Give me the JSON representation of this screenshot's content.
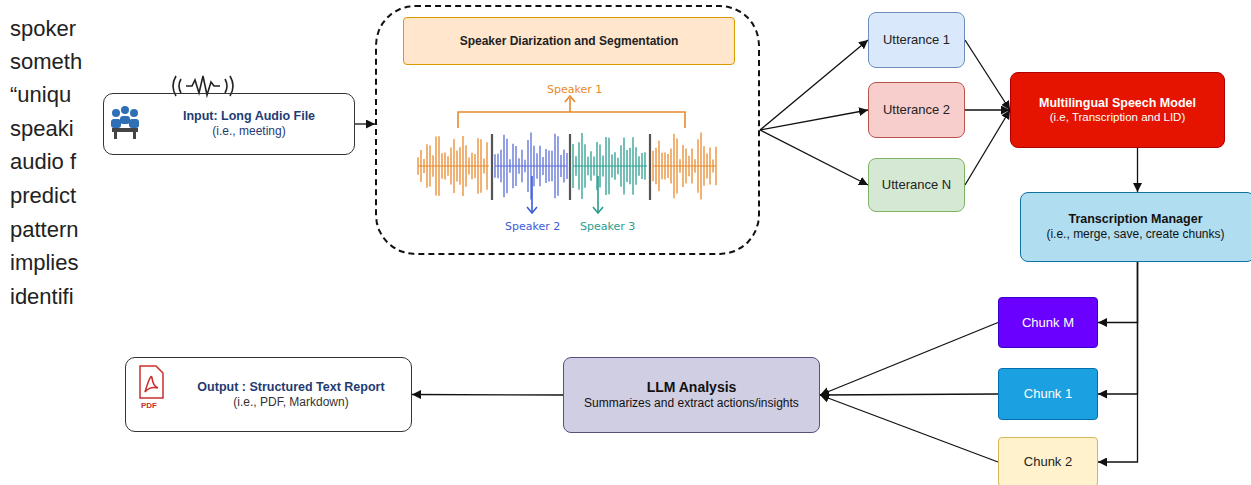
{
  "diagram": {
    "nodes": [
      {
        "text": [
          "Input: Long Audio File",
          "(i.e., meeting)"
        ]
      },
      {
        "text": [
          "Speaker 1",
          "Speaker 2",
          "Speaker 3"
        ]
      },
      {
        "text": [
          "Speaker Diarization and Segmentation"
        ],
        "in": 1
      },
      {
        "text": [
          "Utterance 1"
        ]
      },
      {
        "text": [
          "Utterance 2"
        ]
      },
      {
        "text": [
          "Utterance N"
        ]
      },
      {
        "text": [
          "Multilingual Speech Model",
          "(i.e, Transcription and LID)"
        ]
      },
      {
        "text": [
          "Transcription Manager",
          "(i.e., merge, save, create chunks)"
        ]
      },
      {
        "text": [
          "Chunk M"
        ]
      },
      {
        "text": [
          "Chunk 1"
        ]
      },
      {
        "text": [
          "Chunk 2"
        ]
      },
      {
        "text": [
          "LLM Analysis",
          "Summarizes and extract actions/insights"
        ]
      },
      {
        "text": [
          "Output : Structured Text Report",
          "(i.e., PDF, Markdown)"
        ]
      }
    ],
    "edges": [
      {
        "from": 0,
        "to": 1,
        "arrow": "to"
      },
      {
        "from": 1,
        "to": 3,
        "arrow": "to"
      },
      {
        "from": 1,
        "to": 4,
        "arrow": "to"
      },
      {
        "from": 1,
        "to": 5,
        "arrow": "to"
      },
      {
        "from": 3,
        "to": 6,
        "arrow": "to"
      },
      {
        "from": 4,
        "to": 6,
        "arrow": "to"
      },
      {
        "from": 5,
        "to": 6,
        "arrow": "to"
      },
      {
        "from": 6,
        "to": 7,
        "arrow": "to"
      },
      {
        "from": 7,
        "to": 8,
        "arrow": "to"
      },
      {
        "from": 7,
        "to": 9,
        "arrow": "to"
      },
      {
        "from": 7,
        "to": 10,
        "arrow": "to"
      },
      {
        "from": 8,
        "to": 11,
        "arrow": "to"
      },
      {
        "from": 9,
        "to": 11,
        "arrow": "to"
      },
      {
        "from": 10,
        "to": 11,
        "arrow": "to"
      },
      {
        "from": 11,
        "to": 12,
        "arrow": "to"
      }
    ],
    "labels": [
      "spoker",
      "someth",
      "“uniqu",
      "speaki",
      "audio f",
      "predict",
      "pattern",
      "implies",
      "identifi",
      "PDF"
    ]
  }
}
